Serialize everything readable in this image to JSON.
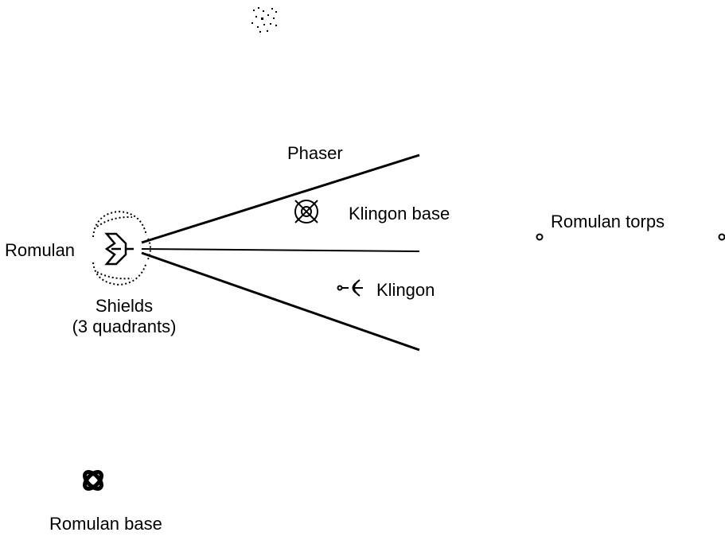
{
  "labels": {
    "phaser": "Phaser",
    "klingon_base": "Klingon base",
    "romulan_torps": "Romulan torps",
    "romulan": "Romulan",
    "klingon": "Klingon",
    "shields": "Shields",
    "shields_detail": "(3 quadrants)",
    "romulan_base": "Romulan base"
  },
  "icons": [
    "star-cluster-icon",
    "romulan-ship-icon",
    "shield-arc-icon",
    "klingon-base-icon",
    "klingon-ship-icon",
    "torpedo-icon",
    "romulan-base-icon"
  ],
  "colors": {
    "ink": "#000000",
    "background": "#ffffff"
  }
}
